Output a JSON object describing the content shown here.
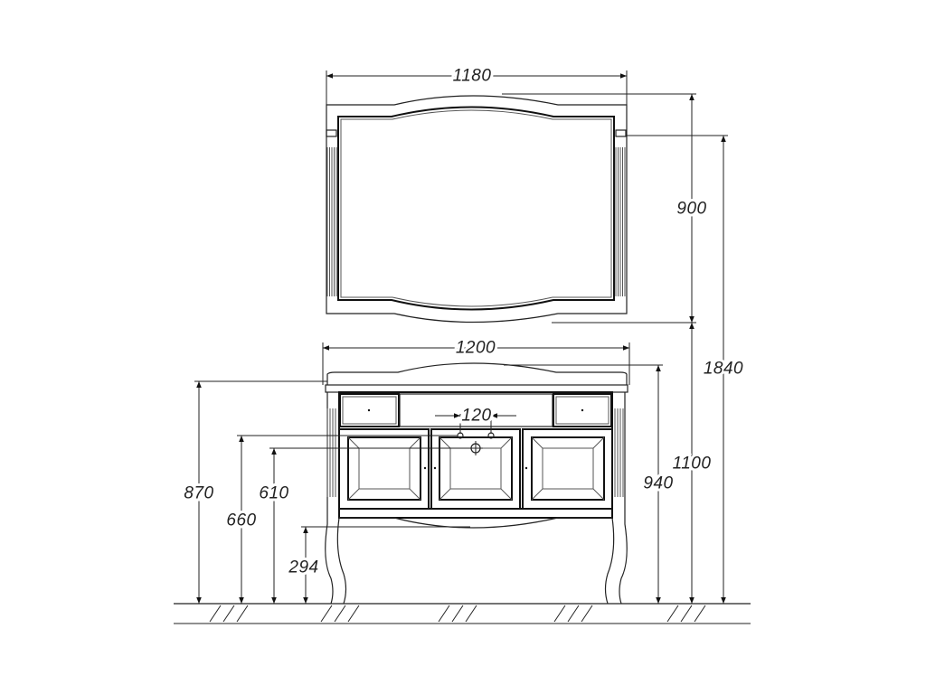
{
  "drawing": {
    "mirror": {
      "width_label": "1180",
      "height_label": "900"
    },
    "vanity": {
      "width_label": "1200",
      "tap_spacing_label": "120",
      "height_940_label": "940",
      "height_870_label": "870",
      "height_660_label": "660",
      "height_610_label": "610",
      "height_294_label": "294"
    },
    "overall": {
      "total_height_label": "1840",
      "mirror_bottom_label": "1100"
    }
  }
}
